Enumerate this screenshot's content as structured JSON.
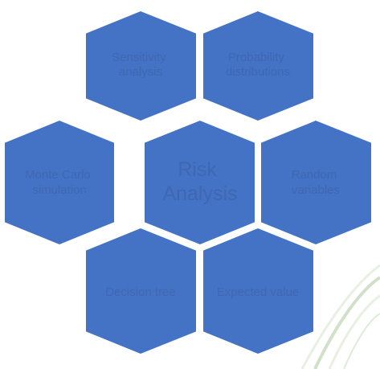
{
  "diagram": {
    "center": {
      "lines": [
        "Risk",
        "Analysis"
      ]
    },
    "nodes": [
      {
        "id": "sensitivity",
        "lines": [
          "Sensitivity",
          "analysis"
        ]
      },
      {
        "id": "probability",
        "lines": [
          "Probability",
          "distributions"
        ]
      },
      {
        "id": "monte-carlo",
        "lines": [
          "Monte Carlo",
          "simulation"
        ]
      },
      {
        "id": "random",
        "lines": [
          "Random",
          "variables"
        ]
      },
      {
        "id": "decision",
        "lines": [
          "Decision tree"
        ]
      },
      {
        "id": "expected",
        "lines": [
          "Expected value"
        ]
      }
    ],
    "colors": {
      "hex_fill": "#4472c4",
      "hex_stroke": "#ffffff",
      "text": "#3f68b3",
      "background": "#ffffff",
      "decoration": "#c9dcc0"
    }
  }
}
